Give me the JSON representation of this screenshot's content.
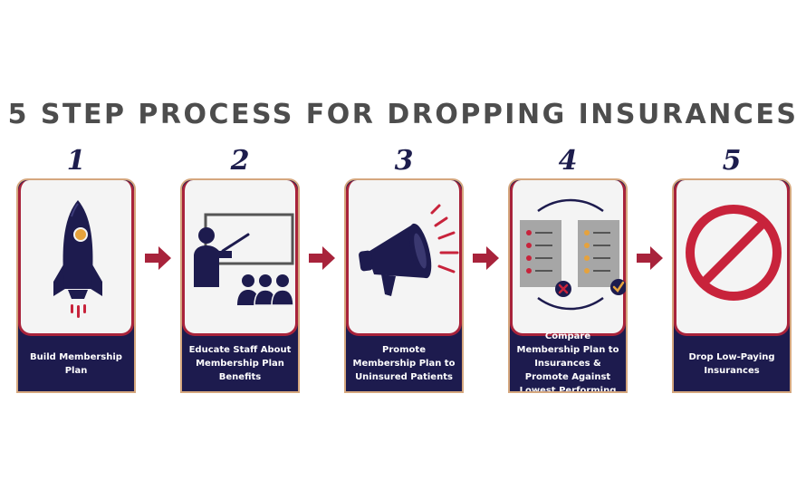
{
  "title": "5 STEP PROCESS FOR DROPPING INSURANCES",
  "colors": {
    "navy": "#1d1b4e",
    "crimson": "#a8233b",
    "card_bg": "#f4f4f4",
    "title_gray": "#4d4d4d",
    "orange": "#e6a23c",
    "border_gold": "#d5a77e"
  },
  "steps": [
    {
      "number": "1",
      "label": "Build Membership Plan",
      "icon": "rocket-icon"
    },
    {
      "number": "2",
      "label": "Educate Staff About Membership Plan Benefits",
      "icon": "teacher-presentation-icon"
    },
    {
      "number": "3",
      "label": "Promote Membership Plan to Uninsured Patients",
      "icon": "megaphone-icon"
    },
    {
      "number": "4",
      "label": "Compare Membership Plan to Insurances & Promote Against Lowest Performing",
      "icon": "compare-documents-icon"
    },
    {
      "number": "5",
      "label": "Drop Low-Paying Insurances",
      "icon": "prohibited-icon"
    }
  ],
  "connector_icon": "right-arrow-icon"
}
